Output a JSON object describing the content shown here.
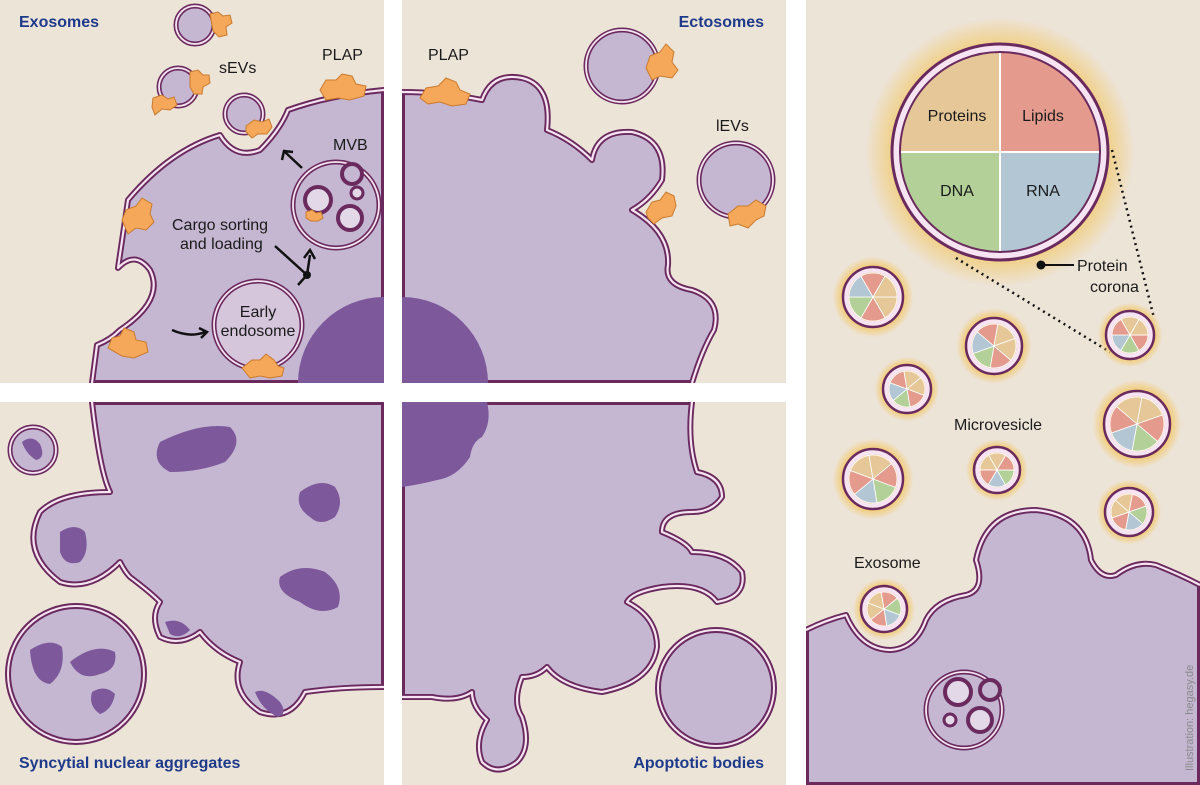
{
  "panels": {
    "exosomes": {
      "title": "Exosomes",
      "labels": {
        "sevs": "sEVs",
        "plap": "PLAP",
        "mvb": "MVB",
        "cargo_line1": "Cargo sorting",
        "cargo_line2": "and loading",
        "endosome_line1": "Early",
        "endosome_line2": "endosome"
      }
    },
    "ectosomes": {
      "title": "Ectosomes",
      "labels": {
        "plap": "PLAP",
        "levs": "lEVs"
      }
    },
    "syncytial": {
      "title": "Syncytial nuclear aggregates"
    },
    "apoptotic": {
      "title": "Apoptotic bodies"
    },
    "right": {
      "quadrants": {
        "proteins": "Proteins",
        "lipids": "Lipids",
        "dna": "DNA",
        "rna": "RNA"
      },
      "corona_line1": "Protein",
      "corona_line2": "corona",
      "microvesicle": "Microvesicle",
      "exosome": "Exosome",
      "credit": "Illustration:  hegasy.de"
    }
  },
  "colors": {
    "background": "#ede4d8",
    "cell": "#c5b7d2",
    "membrane": "#6a2a5e",
    "membrane_inner": "#f6e4f2",
    "nucleus": "#7d589b",
    "plap": "#f5a85a",
    "title": "#1d3a8a",
    "proteins": "#e6c898",
    "lipids": "#e49a8c",
    "dna": "#b2d098",
    "rna": "#b2c6d4",
    "corona": "#f2c45a"
  }
}
